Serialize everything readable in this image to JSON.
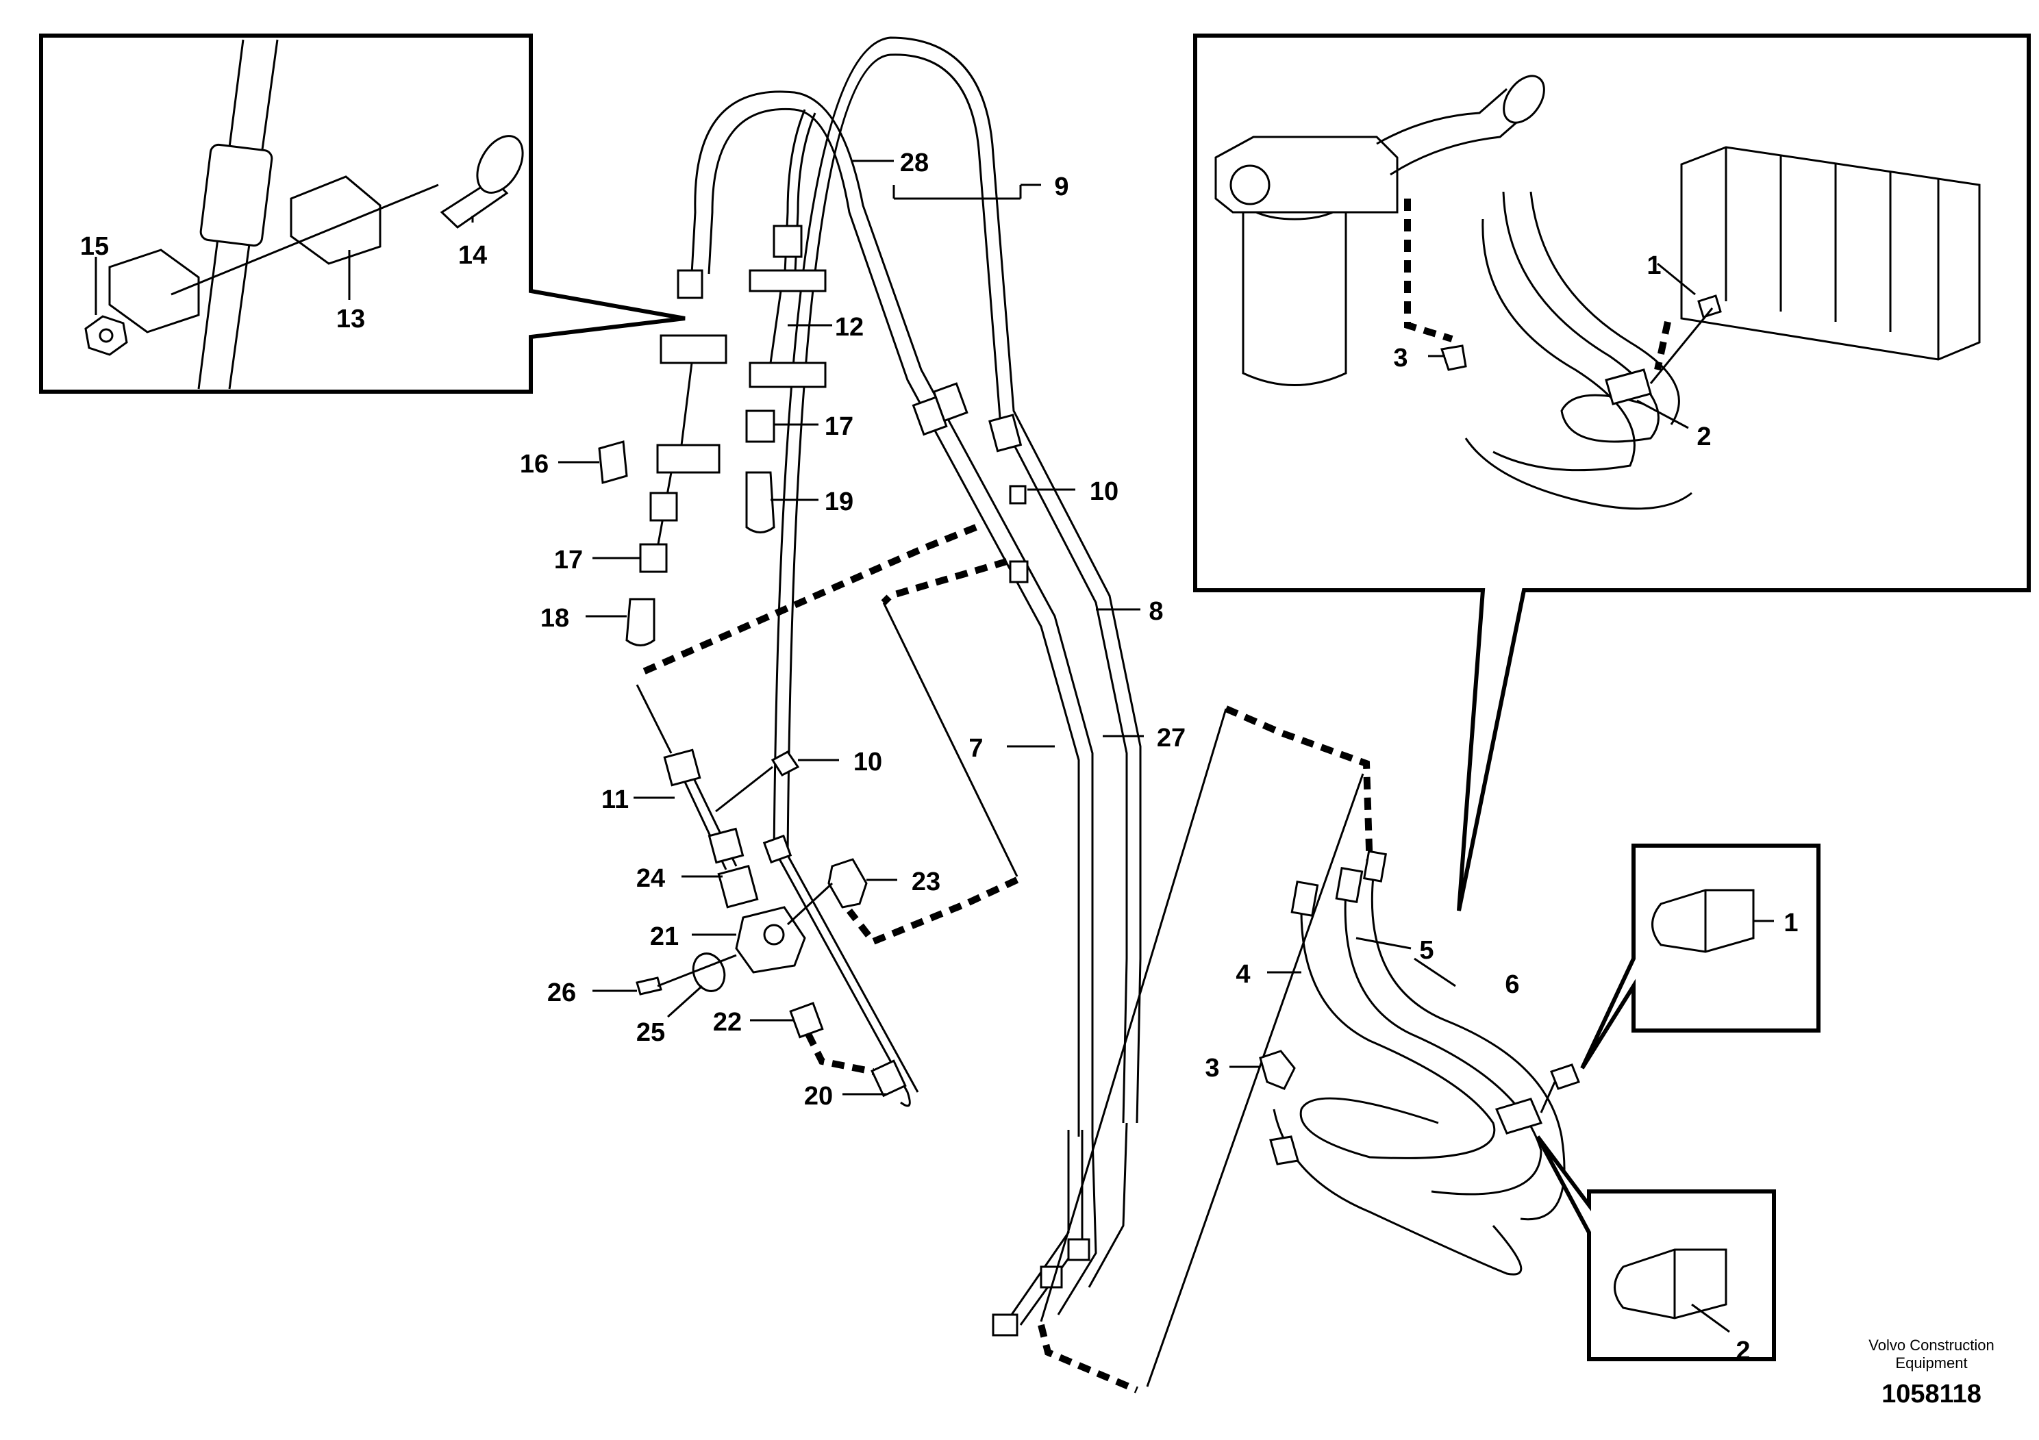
{
  "callouts": [
    {
      "id": "c15",
      "text": "15"
    },
    {
      "id": "c14",
      "text": "14"
    },
    {
      "id": "c13",
      "text": "13"
    },
    {
      "id": "c28",
      "text": "28"
    },
    {
      "id": "c9",
      "text": "9"
    },
    {
      "id": "c12",
      "text": "12"
    },
    {
      "id": "c17a",
      "text": "17"
    },
    {
      "id": "c16",
      "text": "16"
    },
    {
      "id": "c19",
      "text": "19"
    },
    {
      "id": "c17b",
      "text": "17"
    },
    {
      "id": "c18",
      "text": "18"
    },
    {
      "id": "c10a",
      "text": "10"
    },
    {
      "id": "c8",
      "text": "8"
    },
    {
      "id": "c7",
      "text": "7"
    },
    {
      "id": "c27",
      "text": "27"
    },
    {
      "id": "c10b",
      "text": "10"
    },
    {
      "id": "c11",
      "text": "11"
    },
    {
      "id": "c24",
      "text": "24"
    },
    {
      "id": "c23",
      "text": "23"
    },
    {
      "id": "c21",
      "text": "21"
    },
    {
      "id": "c26",
      "text": "26"
    },
    {
      "id": "c25",
      "text": "25"
    },
    {
      "id": "c22",
      "text": "22"
    },
    {
      "id": "c20",
      "text": "20"
    },
    {
      "id": "c4",
      "text": "4"
    },
    {
      "id": "c5",
      "text": "5"
    },
    {
      "id": "c6",
      "text": "6"
    },
    {
      "id": "c3b",
      "text": "3"
    },
    {
      "id": "c1b",
      "text": "1"
    },
    {
      "id": "c2b",
      "text": "2"
    },
    {
      "id": "c1a",
      "text": "1"
    },
    {
      "id": "c3a",
      "text": "3"
    },
    {
      "id": "c2a",
      "text": "2"
    }
  ],
  "footer": {
    "company_line1": "Volvo Construction",
    "company_line2": "Equipment",
    "drawing_number": "1058118"
  }
}
